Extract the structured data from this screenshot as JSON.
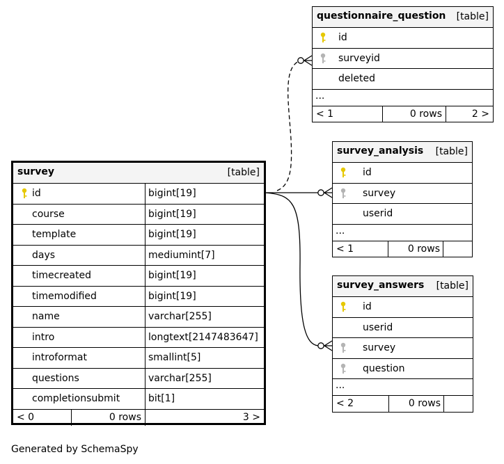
{
  "tables": {
    "survey": {
      "name": "survey",
      "tag": "[table]",
      "columns": [
        {
          "name": "id",
          "type": "bigint[19]",
          "key": "primary"
        },
        {
          "name": "course",
          "type": "bigint[19]",
          "key": "none"
        },
        {
          "name": "template",
          "type": "bigint[19]",
          "key": "none"
        },
        {
          "name": "days",
          "type": "mediumint[7]",
          "key": "none"
        },
        {
          "name": "timecreated",
          "type": "bigint[19]",
          "key": "none"
        },
        {
          "name": "timemodified",
          "type": "bigint[19]",
          "key": "none"
        },
        {
          "name": "name",
          "type": "varchar[255]",
          "key": "none"
        },
        {
          "name": "intro",
          "type": "longtext[2147483647]",
          "key": "none"
        },
        {
          "name": "introformat",
          "type": "smallint[5]",
          "key": "none"
        },
        {
          "name": "questions",
          "type": "varchar[255]",
          "key": "none"
        },
        {
          "name": "completionsubmit",
          "type": "bit[1]",
          "key": "none"
        }
      ],
      "footer": {
        "parents": "< 0",
        "rows": "0 rows",
        "children": "3 >"
      }
    },
    "questionnaire_question": {
      "name": "questionnaire_question",
      "tag": "[table]",
      "columns": [
        {
          "name": "id",
          "key": "primary"
        },
        {
          "name": "surveyid",
          "key": "foreign"
        },
        {
          "name": "deleted",
          "key": "none"
        }
      ],
      "more": "...",
      "footer": {
        "parents": "< 1",
        "rows": "0 rows",
        "children": "2 >"
      }
    },
    "survey_analysis": {
      "name": "survey_analysis",
      "tag": "[table]",
      "columns": [
        {
          "name": "id",
          "key": "primary"
        },
        {
          "name": "survey",
          "key": "foreign"
        },
        {
          "name": "userid",
          "key": "none"
        }
      ],
      "more": "...",
      "footer": {
        "parents": "< 1",
        "rows": "0 rows",
        "children": ""
      }
    },
    "survey_answers": {
      "name": "survey_answers",
      "tag": "[table]",
      "columns": [
        {
          "name": "id",
          "key": "primary"
        },
        {
          "name": "userid",
          "key": "none"
        },
        {
          "name": "survey",
          "key": "foreign"
        },
        {
          "name": "question",
          "key": "foreign"
        }
      ],
      "more": "...",
      "footer": {
        "parents": "< 2",
        "rows": "0 rows",
        "children": ""
      }
    }
  },
  "relationships": [
    {
      "from": "survey.id",
      "to": "questionnaire_question.surveyid",
      "style": "dashed"
    },
    {
      "from": "survey.id",
      "to": "survey_analysis.survey",
      "style": "solid"
    },
    {
      "from": "survey.id",
      "to": "survey_answers.survey",
      "style": "solid"
    }
  ],
  "colors": {
    "primary_key": "#e6c800",
    "foreign_key": "#b4b4b4",
    "header_bg": "#f4f4f4"
  },
  "caption": "Generated by SchemaSpy"
}
